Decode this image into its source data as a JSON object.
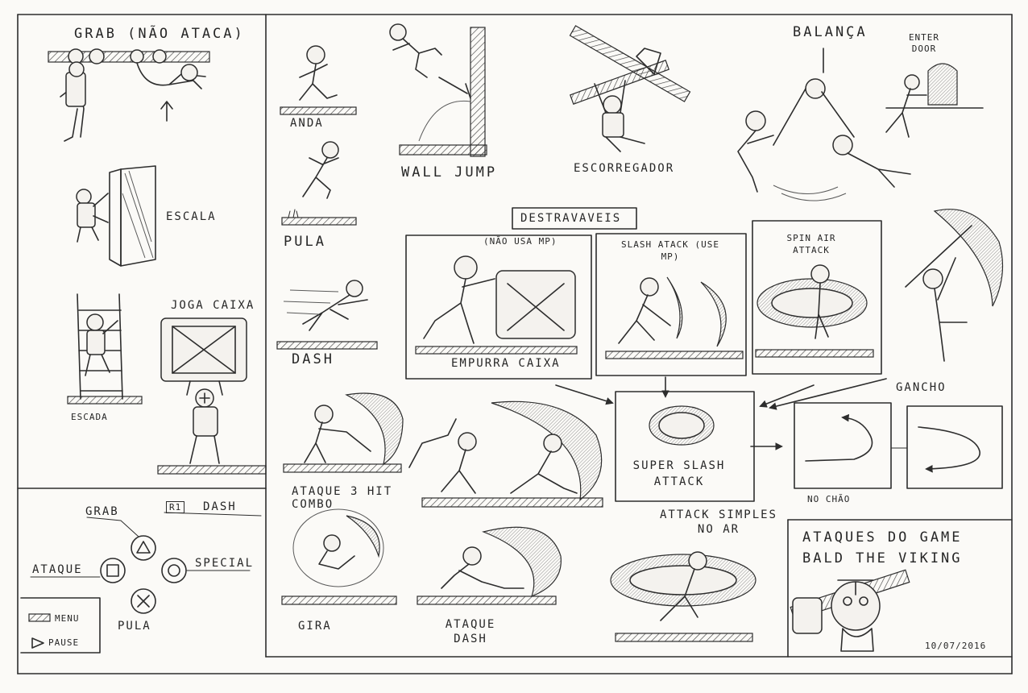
{
  "labels": {
    "grab_title": "GRAB (NÃO ATACA)",
    "escala": "ESCALA",
    "escada": "ESCADA",
    "joga_caixa": "JOGA CAIXA",
    "anda": "ANDA",
    "pula": "PULA",
    "dash": "DASH",
    "wall_jump": "WALL JUMP",
    "escorregador": "ESCORREGADOR",
    "balanca": "BALANÇA",
    "enter_door": "ENTER DOOR",
    "destravaveis": "DESTRAVAVEIS",
    "nao_usa_mp": "(NÃO USA MP)",
    "empurra_caixa": "EMPURRA CAIXA",
    "slash_attack": "SLASH ATACK (USE MP)",
    "spin_air_attack": "SPIN AIR ATTACK",
    "gancho": "GANCHO",
    "ataque_combo": "ATAQUE 3 HIT COMBO",
    "super_slash": "SUPER SLASH ATTACK",
    "no_chao": "NO CHÃO",
    "gira": "GIRA",
    "ataque_dash": "ATAQUE DASH",
    "attack_simples": "ATTACK SIMPLES NO AR",
    "title": "ATAQUES DO GAME BALD THE VIKING",
    "date": "10/07/2016"
  },
  "controls": {
    "grab": "GRAB",
    "r1": "R1",
    "dash": "DASH",
    "ataque": "ATAQUE",
    "special": "SPECIAL",
    "pula": "PULA",
    "menu": "MENU",
    "pause": "PAUSE"
  }
}
